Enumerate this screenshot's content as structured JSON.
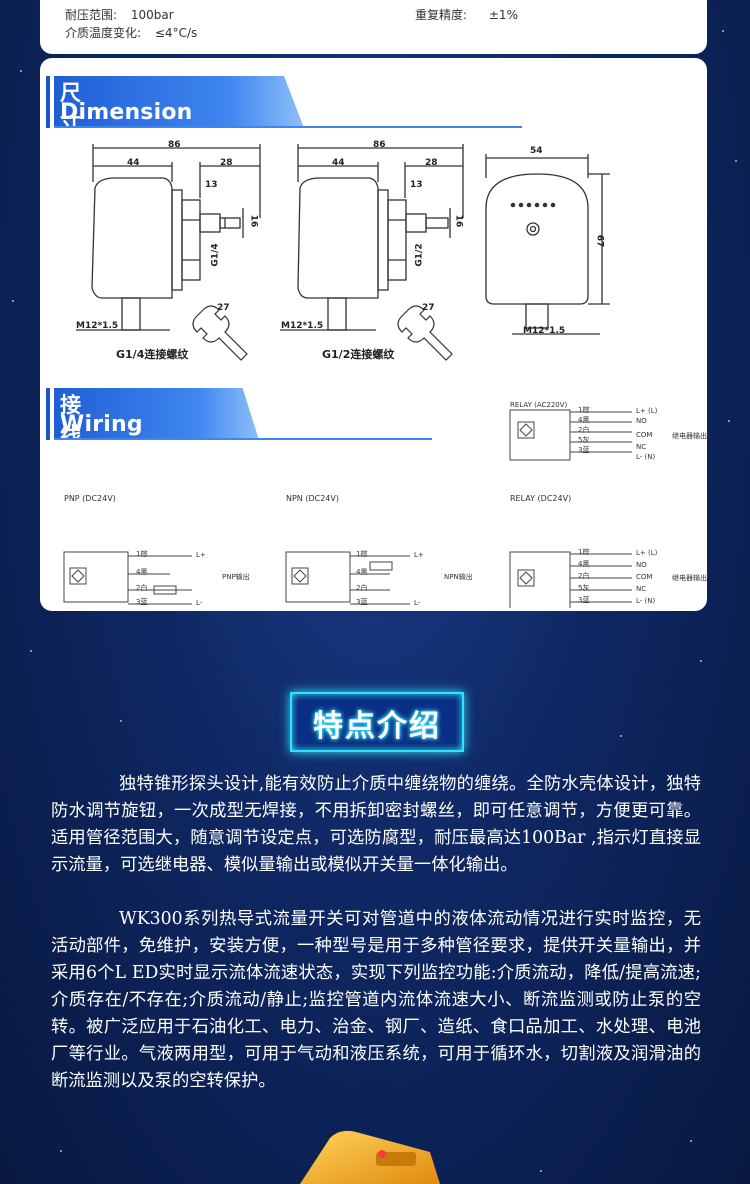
{
  "specs": {
    "left": [
      {
        "label": "耐压范围:",
        "value": "100bar"
      },
      {
        "label": "介质温度变化:",
        "value": "≤4°C/s"
      }
    ],
    "right": [
      {
        "label": "重复精度:",
        "value": "±1%"
      }
    ]
  },
  "dimension": {
    "title_cn": "尺寸图",
    "title_en": "Dimension drawing",
    "labels": {
      "w86": "86",
      "w44": "44",
      "w28": "28",
      "w13": "13",
      "d16": "16",
      "w54": "54",
      "h67": "67",
      "m12": "M12*1.5",
      "wrench": "27",
      "g14": "G1/4",
      "g12": "G1/2"
    },
    "caption1": "G1/4连接螺纹",
    "caption2": "G1/2连接螺纹"
  },
  "wiring": {
    "title_cn": "接线图",
    "title_en": "Wiring diagram",
    "ac_label": "RELAY (AC220V)",
    "dc_label": "(DC24V)",
    "pnp": "PNP",
    "npn": "NPN",
    "relay": "RELAY",
    "pnp_out": "PNP输出",
    "npn_out": "NPN输出",
    "relay_out": "继电器输出",
    "wires": [
      "1棕",
      "4黑",
      "2白",
      "3蓝"
    ],
    "relay_wires": [
      "1棕",
      "4黑",
      "2白",
      "5灰",
      "3蓝"
    ],
    "terms_relay": [
      "L+ (L)",
      "NO",
      "COM",
      "NC",
      "L- (N)"
    ],
    "l_plus": "L+",
    "l_minus": "L-"
  },
  "features": {
    "heading": "特点介绍",
    "p1": "独特锥形探头设计,能有效防止介质中缠绕物的缠绕。全防水壳体设计，独特防水调节旋钮，一次成型无焊接，不用拆卸密封螺丝，即可任意调节，方便更可靠。适用管径范围大，随意调节设定点，可选防腐型，耐压最高达100Bar ,指示灯直接显示流量，可选继电器、模似量输出或模似开关量一体化输出。",
    "p2": "WK300系列热导式流量开关可对管道中的液体流动情况进行实时监控，无活动部件，免维护，安装方便，一种型号是用于多种管径要求，提供开关量输出，并采用6个L ED实时显示流体流速状态，实现下列监控功能:介质流动，降低/提高流速;介质存在/不存在;介质流动/静止;监控管道内流体流速大小、断流监测或防止泵的空转。被广泛应用于石油化工、电力、治金、钢厂、造纸、食口品加工、水处理、电池厂等行业。气液两用型，可用于气动和液压系统，可用于循环水，切割液及润滑油的断流监测以及泵的空转保护。"
  }
}
